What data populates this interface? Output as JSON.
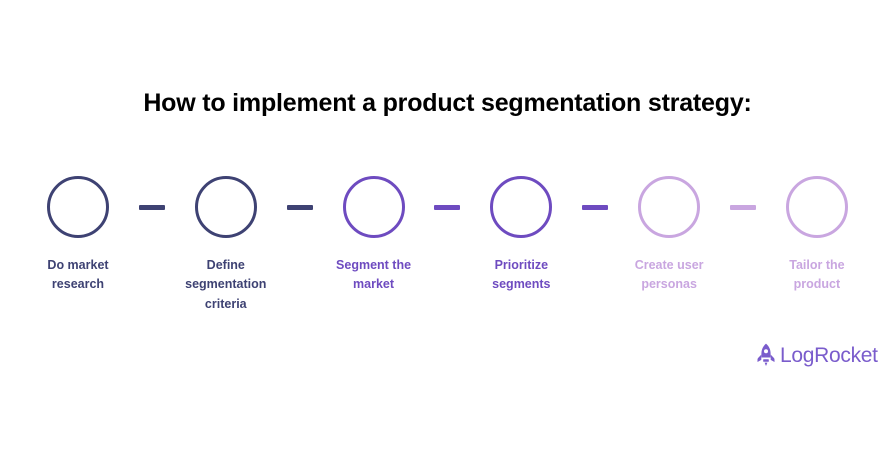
{
  "page": {
    "background_color": "#ffffff",
    "title": "How to implement a product segmentation strategy:",
    "title_color": "#000000"
  },
  "palette": {
    "navy": "#3e4273",
    "purple": "#6e4bc0",
    "lavender": "#c9a6e0",
    "logo_purple": "#7a5ccc"
  },
  "steps": [
    {
      "index": "1",
      "label": "Do market\nresearch",
      "color": "#3e4273",
      "circle_name": "step-circle-do-market-research"
    },
    {
      "index": "2",
      "label": "Define\nsegmentation\ncriteria",
      "color": "#3e4273",
      "circle_name": "step-circle-define-segmentation-criteria"
    },
    {
      "index": "3",
      "label": "Segment the\nmarket",
      "color": "#6e4bc0",
      "circle_name": "step-circle-segment-the-market"
    },
    {
      "index": "4",
      "label": "Prioritize\nsegments",
      "color": "#6e4bc0",
      "circle_name": "step-circle-prioritize-segments"
    },
    {
      "index": "5",
      "label": "Create user\npersonas",
      "color": "#c9a6e0",
      "circle_name": "step-circle-create-user-personas"
    },
    {
      "index": "6",
      "label": "Tailor the\nproduct",
      "color": "#c9a6e0",
      "circle_name": "step-circle-tailor-the-product"
    }
  ],
  "connectors": [
    {
      "color": "#3e4273"
    },
    {
      "color": "#3e4273"
    },
    {
      "color": "#6e4bc0"
    },
    {
      "color": "#6e4bc0"
    },
    {
      "color": "#c9a6e0"
    }
  ],
  "logo": {
    "icon": "rocket-icon",
    "text": "LogRocket",
    "color": "#7a5ccc"
  }
}
